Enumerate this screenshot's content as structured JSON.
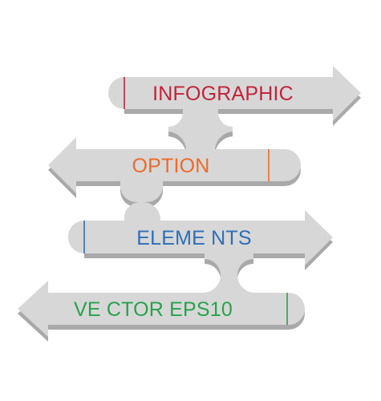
{
  "infographic": {
    "arrows": [
      {
        "id": "arrow-1",
        "label": "INFOGRAPHIC",
        "color": "#c0243a",
        "direction": "right"
      },
      {
        "id": "arrow-2",
        "label": "OPTION",
        "color": "#ee6a2a",
        "direction": "left"
      },
      {
        "id": "arrow-3",
        "label": "ELEME NTS",
        "color": "#2e6fb6",
        "direction": "right"
      },
      {
        "id": "arrow-4",
        "label": "VE CTOR EPS10",
        "color": "#27a24a",
        "direction": "left"
      }
    ],
    "fill_color": "#d7d7d8",
    "shadow_color": "#a9a9ab"
  }
}
